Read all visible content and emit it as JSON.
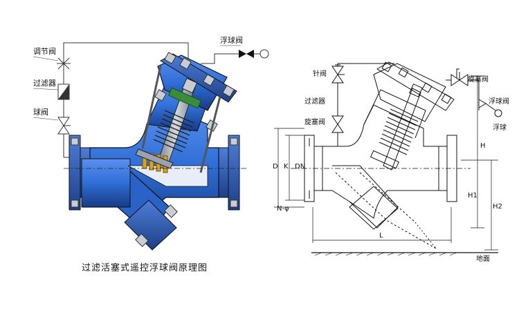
{
  "left_diagram": {
    "labels": {
      "float_valve": "浮球阀",
      "regulating_valve": "调节阀",
      "filter": "过滤器",
      "ball_valve": "球阀"
    },
    "caption": "过滤活塞式遥控浮球阀原理图"
  },
  "right_diagram": {
    "labels": {
      "needle_valve": "针阀",
      "filter": "过滤器",
      "plug_valve_left": "旋塞阀",
      "plug_valve_right": "旋塞阀",
      "float_valve": "浮球阀",
      "float_ball": "浮球",
      "ground": "地面"
    },
    "dimensions": {
      "D": "D",
      "K": "K",
      "DN": "DN",
      "N_phi": "N-φ",
      "L": "L",
      "H": "H",
      "H1": "H1",
      "H2": "H2"
    }
  },
  "colors": {
    "body_blue": "#2f6fd6",
    "body_dark": "#1b3f8f",
    "steel": "#9aa3ad",
    "line": "#222222"
  }
}
